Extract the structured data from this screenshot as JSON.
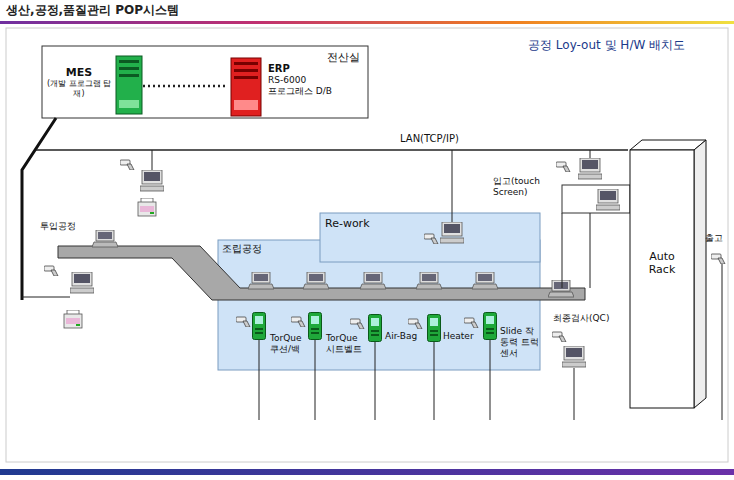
{
  "diagram": {
    "title": "생산,공정,품질관리 POP시스템",
    "nodes": [
      {
        "text": [
          "전산실"
        ]
      },
      {
        "text": [
          "MES",
          "(개발 프로그램 탑재)"
        ],
        "in": 0
      },
      {
        "text": [
          "ERP",
          "RS-6000",
          "프로그래스 D/B"
        ],
        "in": 0
      },
      {
        "text": [
          "조립공정"
        ]
      },
      {
        "text": [
          "Re-work"
        ]
      },
      {
        "text": [
          "Auto Rack"
        ]
      }
    ],
    "edges": [
      {
        "from": 1,
        "to": 2,
        "arrow": "none"
      }
    ],
    "labels": [
      "공정 Loy-out 및 H/W 배치도",
      "LAN(TCP/IP)",
      "투입공정",
      "입고(touch Screen)",
      "출고",
      "최종검사(QC)",
      "TorQue 쿠션/백",
      "TorQue 시트벨트",
      "Air-Bag",
      "Heater",
      "Slide 작동력 트럭센서"
    ]
  }
}
